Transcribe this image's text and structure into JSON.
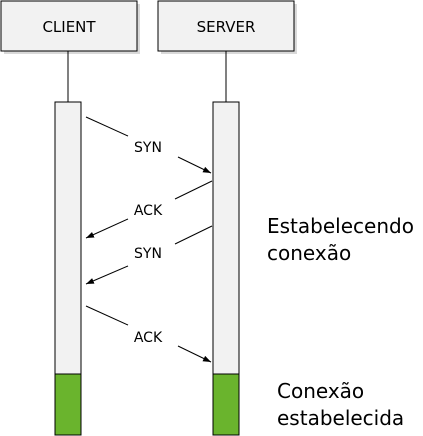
{
  "actors": [
    {
      "id": "client",
      "label": "CLIENT"
    },
    {
      "id": "server",
      "label": "SERVER"
    }
  ],
  "messages": [
    {
      "from": "client",
      "to": "server",
      "label": "SYN"
    },
    {
      "from": "server",
      "to": "client",
      "label": "ACK"
    },
    {
      "from": "server",
      "to": "client",
      "label": "SYN"
    },
    {
      "from": "client",
      "to": "server",
      "label": "ACK"
    }
  ],
  "notes": {
    "establishing": [
      "Estabelecendo",
      "conexão"
    ],
    "established": [
      "Conexão",
      "estabelecida"
    ]
  },
  "colors": {
    "established_fill": "#6ab42d",
    "lifeline_fill": "#f2f2f2",
    "box_fill": "#f2f2f2",
    "stroke": "#000000"
  }
}
